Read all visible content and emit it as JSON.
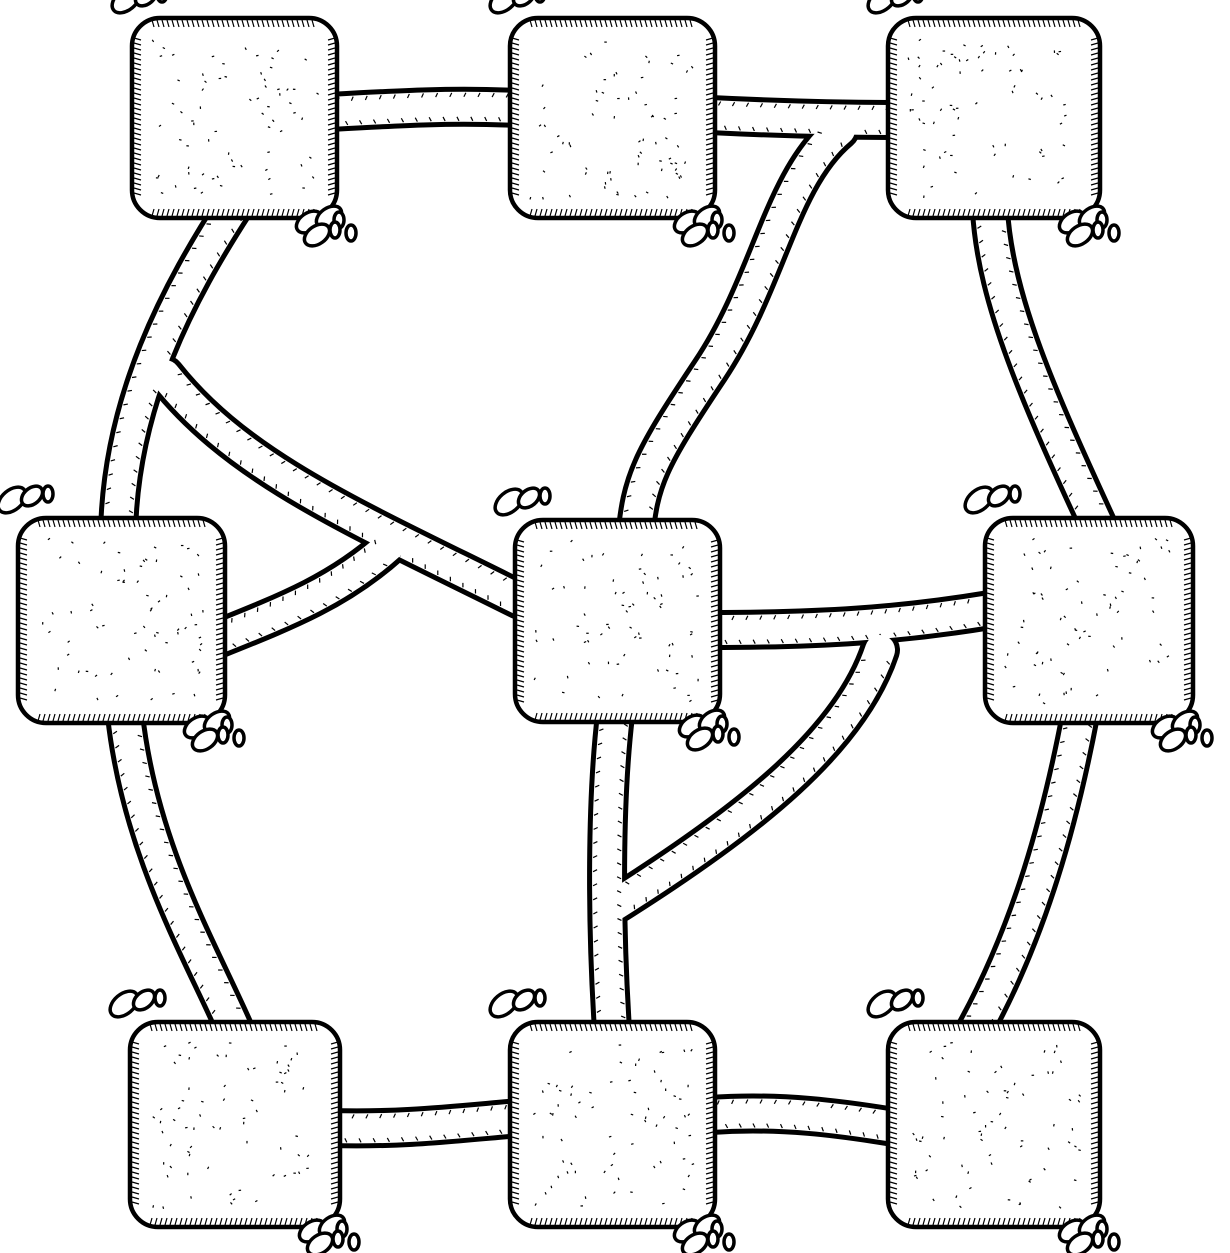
{
  "map": {
    "background": "#ffffff",
    "ink": "#000000",
    "rooms": [
      {
        "id": "room-top-left",
        "row": 0,
        "col": 0
      },
      {
        "id": "room-top-center",
        "row": 0,
        "col": 1
      },
      {
        "id": "room-top-right",
        "row": 0,
        "col": 2
      },
      {
        "id": "room-middle-left",
        "row": 1,
        "col": 0
      },
      {
        "id": "room-middle-center",
        "row": 1,
        "col": 1
      },
      {
        "id": "room-middle-right",
        "row": 1,
        "col": 2
      },
      {
        "id": "room-bottom-left",
        "row": 2,
        "col": 0
      },
      {
        "id": "room-bottom-center",
        "row": 2,
        "col": 1
      },
      {
        "id": "room-bottom-right",
        "row": 2,
        "col": 2
      }
    ],
    "connections": [
      {
        "from": "room-top-left",
        "to": "room-top-center"
      },
      {
        "from": "room-top-center",
        "to": "room-top-right"
      },
      {
        "from": "room-top-right",
        "to": "room-middle-center"
      },
      {
        "from": "room-top-right",
        "to": "room-middle-right"
      },
      {
        "from": "room-top-left",
        "to": "room-middle-left"
      },
      {
        "from": "room-top-left",
        "to": "room-middle-center"
      },
      {
        "from": "room-middle-left",
        "to": "room-middle-center"
      },
      {
        "from": "room-middle-center",
        "to": "room-middle-right"
      },
      {
        "from": "room-middle-right",
        "to": "room-bottom-center"
      },
      {
        "from": "room-middle-left",
        "to": "room-bottom-left"
      },
      {
        "from": "room-middle-center",
        "to": "room-bottom-center"
      },
      {
        "from": "room-middle-right",
        "to": "room-bottom-right"
      },
      {
        "from": "room-bottom-left",
        "to": "room-bottom-center"
      },
      {
        "from": "room-bottom-center",
        "to": "room-bottom-right"
      }
    ]
  }
}
